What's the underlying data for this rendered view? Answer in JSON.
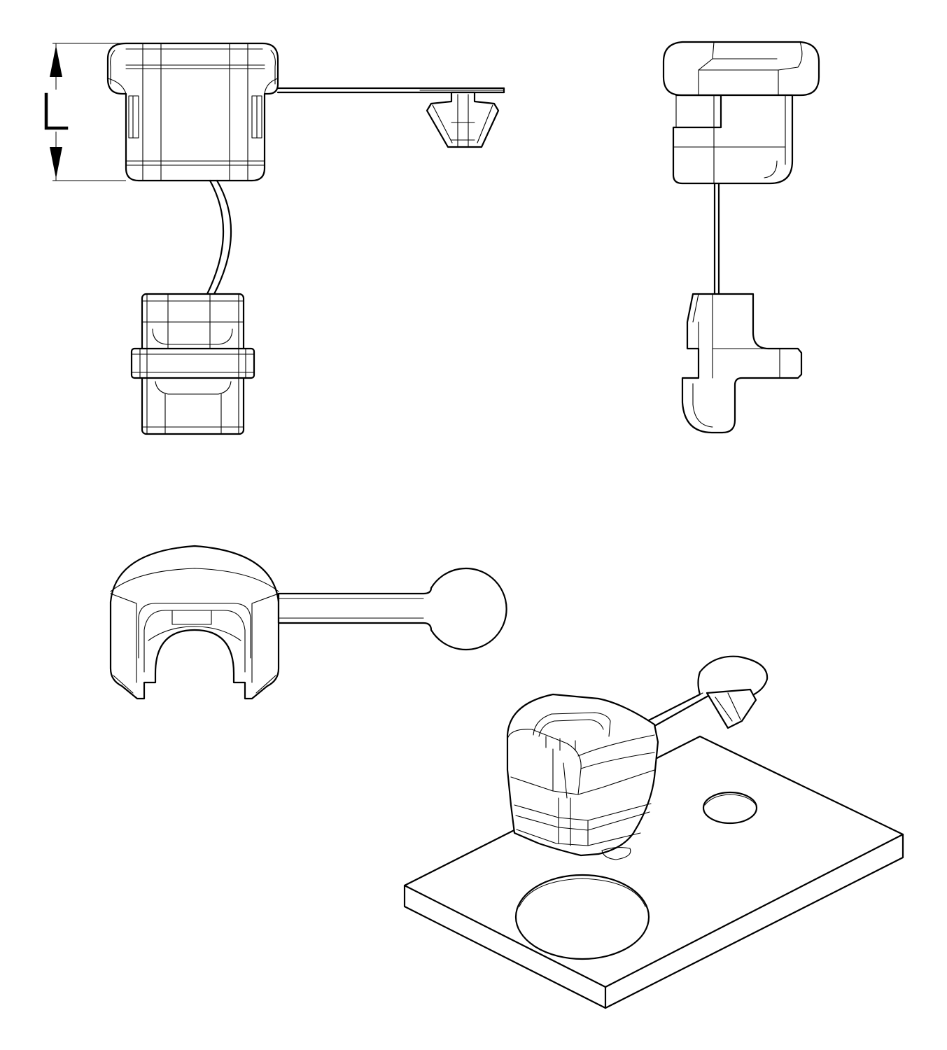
{
  "drawing": {
    "dimension_label": "L",
    "views": [
      "front-view",
      "side-view",
      "top-view",
      "isometric-view"
    ],
    "line_color": "#000000",
    "background_color": "#ffffff"
  }
}
